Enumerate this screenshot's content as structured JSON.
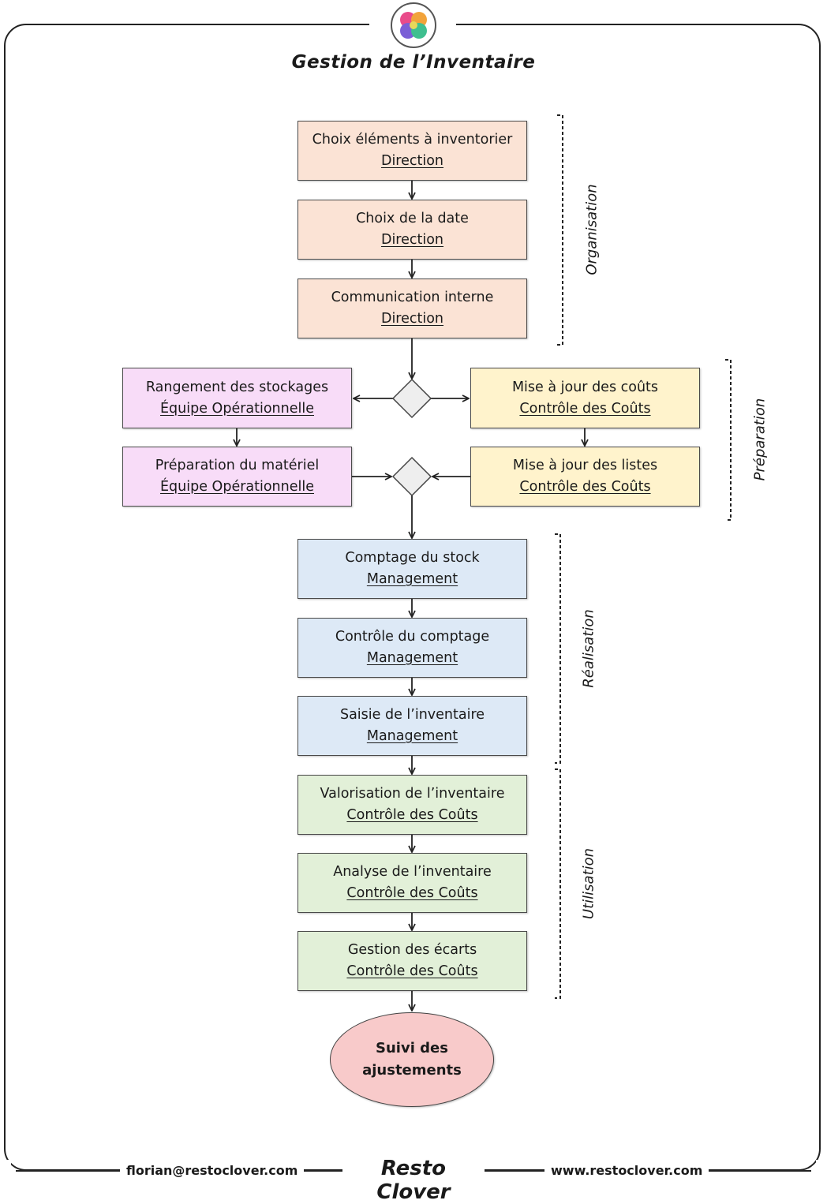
{
  "header": {
    "title": "Gestion de l’Inventaire"
  },
  "phases": {
    "organisation": "Organisation",
    "preparation": "Préparation",
    "realisation": "Réalisation",
    "utilisation": "Utilisation"
  },
  "steps": {
    "choix_elements": {
      "title": "Choix éléments à inventorier",
      "role": "Direction"
    },
    "choix_date": {
      "title": "Choix de la date",
      "role": "Direction"
    },
    "communication": {
      "title": "Communication interne",
      "role": "Direction"
    },
    "rangement": {
      "title": "Rangement des stockages",
      "role": "Équipe Opérationnelle"
    },
    "preparation_materiel": {
      "title": "Préparation du matériel",
      "role": "Équipe Opérationnelle"
    },
    "maj_couts": {
      "title": "Mise à jour des coûts",
      "role": "Contrôle des Coûts"
    },
    "maj_listes": {
      "title": "Mise à jour des listes",
      "role": "Contrôle des Coûts"
    },
    "comptage": {
      "title": "Comptage du stock",
      "role": "Management"
    },
    "controle_comptage": {
      "title": "Contrôle du comptage",
      "role": "Management"
    },
    "saisie": {
      "title": "Saisie de l’inventaire",
      "role": "Management"
    },
    "valorisation": {
      "title": "Valorisation de l’inventaire",
      "role": "Contrôle des Coûts"
    },
    "analyse": {
      "title": "Analyse de l’inventaire",
      "role": "Contrôle des Coûts"
    },
    "gestion_ecarts": {
      "title": "Gestion des écarts",
      "role": "Contrôle des Coûts"
    }
  },
  "final_step": {
    "line1": "Suivi des",
    "line2": "ajustements"
  },
  "footer": {
    "email": "florian@restoclover.com",
    "brand": "Resto Clover",
    "website": "www.restoclover.com"
  },
  "colors": {
    "organisation": "#fbe3d5",
    "operations": "#f8dcf8",
    "cost_control": "#fff3cc",
    "management": "#dde9f6",
    "utilisation": "#e2f0d8",
    "final": "#f8caca"
  }
}
